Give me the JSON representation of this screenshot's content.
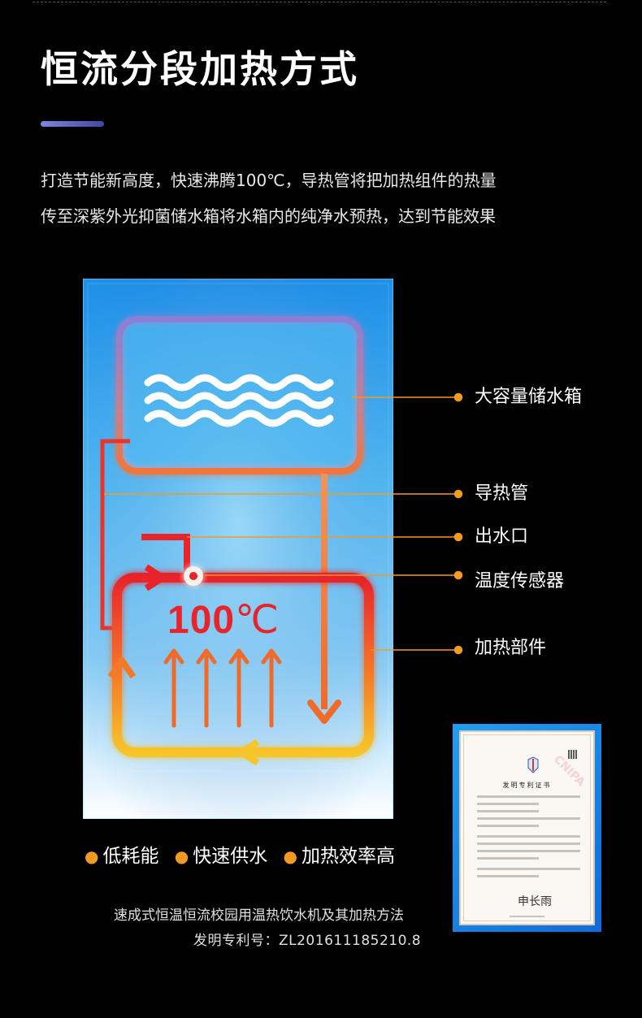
{
  "header": {
    "title": "恒流分段加热方式",
    "intro_line1": "打造节能新高度，快速沸腾100℃，导热管将把加热组件的热量",
    "intro_line2": "传至深紫外光抑菌储水箱将水箱内的纯净水预热，达到节能效果"
  },
  "diagram": {
    "temperature_value": "100",
    "temperature_unit": "℃",
    "callouts": [
      {
        "label": "大容量储水箱"
      },
      {
        "label": "导热管"
      },
      {
        "label": "出水口"
      },
      {
        "label": "温度传感器"
      },
      {
        "label": "加热部件"
      }
    ]
  },
  "features": [
    "低耗能",
    "快速供水",
    "加热效率高"
  ],
  "patent": {
    "name": "速成式恒温恒流校园用温热饮水机及其加热方法",
    "number": "发明专利号：ZL201611185210.8",
    "certificate_title": "发明专利证书",
    "signature": "申长雨"
  },
  "colors": {
    "background": "#000000",
    "accent_orange": "#f29a21",
    "heater_red": "#e8242a",
    "tank_blue": "#3bb6f2",
    "pipe_orange": "#f08a3a"
  }
}
